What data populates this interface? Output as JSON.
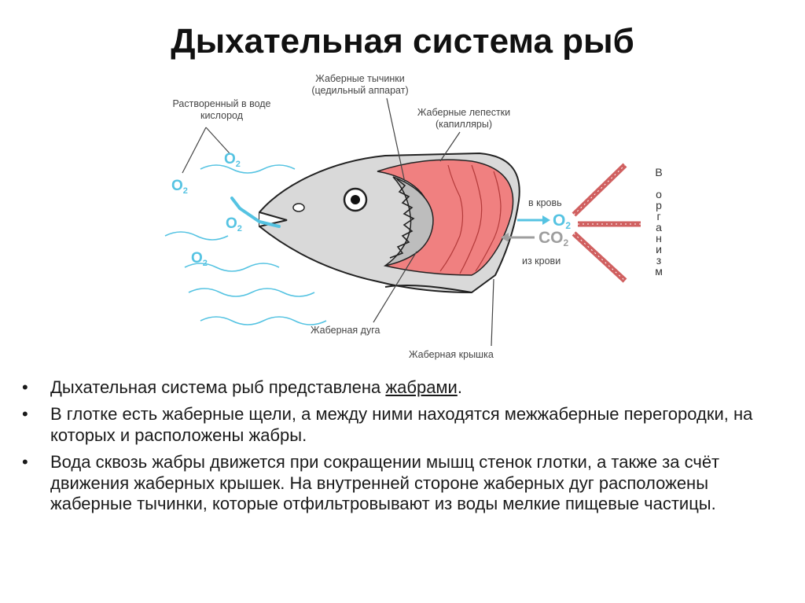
{
  "title": "Дыхательная система рыб",
  "labels": {
    "gill_rakers_1": "Жаберные тычинки",
    "gill_rakers_2": "(цедильный аппарат)",
    "gill_filaments_1": "Жаберные лепестки",
    "gill_filaments_2": "(капилляры)",
    "dissolved_o2_1": "Растворенный в воде",
    "dissolved_o2_2": "кислород",
    "into_blood": "в кровь",
    "from_blood": "из крови",
    "gill_arch": "Жаберная дуга",
    "gill_cover": "Жаберная крышка",
    "to_body_letters": [
      "В",
      "о",
      "р",
      "г",
      "а",
      "н",
      "и",
      "з",
      "м"
    ]
  },
  "chem": {
    "o2": "O",
    "co2": "CO",
    "sub2": "2"
  },
  "colors": {
    "water": "#55c3e2",
    "gill": "#f08080",
    "body": "#d9d9d9",
    "arch": "#bdbdbd",
    "arrow_out": "#9e9e9e",
    "vessel": "#d06060"
  },
  "bullets": {
    "b1_text": "Дыхательная система рыб представлена ",
    "b1_link": "жабрами",
    "b1_end": ".",
    "b2": " В глотке есть жаберные щели, а между ними находятся межжаберные перегородки, на которых и расположены жабры.",
    "b3": "Вода сквозь жабры движется при сокращении мышц стенок глотки, а также за счёт движения жаберных крышек. На внутренней стороне жаберных дуг расположены жаберные тычинки, которые отфильтровывают из воды мелкие пищевые частицы."
  }
}
